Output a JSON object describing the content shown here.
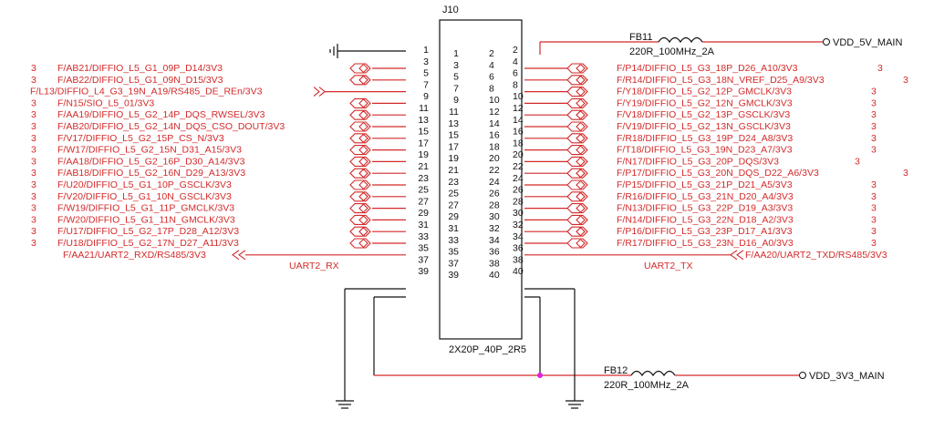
{
  "connector": {
    "ref": "J10",
    "footprint": "2X20P_40P_2R5"
  },
  "ferrite_top": {
    "ref": "FB11",
    "value": "220R_100MHz_2A",
    "net": "VDD_5V_MAIN"
  },
  "ferrite_bottom": {
    "ref": "FB12",
    "value": "220R_100MHz_2A",
    "net": "VDD_3V3_MAIN"
  },
  "uart_rx_label": "UART2_RX",
  "uart_tx_label": "UART2_TX",
  "left_nets": [
    {
      "page": "3",
      "name": "F/AB21/DIFFIO_L5_G1_09P_D14/3V3",
      "pin": "3"
    },
    {
      "page": "3",
      "name": "F/AB22/DIFFIO_L5_G1_09N_D15/3V3",
      "pin": "5"
    },
    {
      "page": "",
      "name": "F/L13/DIFFIO_L4_G3_19N_A19/RS485_DE_REn/3V3",
      "pin": "7"
    },
    {
      "page": "3",
      "name": "F/N15/SIO_L5_01/3V3",
      "pin": "9"
    },
    {
      "page": "3",
      "name": "F/AA19/DIFFIO_L5_G2_14P_DQS_RWSEL/3V3",
      "pin": "11"
    },
    {
      "page": "3",
      "name": "F/AB20/DIFFIO_L5_G2_14N_DQS_CSO_DOUT/3V3",
      "pin": "13"
    },
    {
      "page": "3",
      "name": "F/V17/DIFFIO_L5_G2_15P_CS_N/3V3",
      "pin": "15"
    },
    {
      "page": "3",
      "name": "F/W17/DIFFIO_L5_G2_15N_D31_A15/3V3",
      "pin": "17"
    },
    {
      "page": "3",
      "name": "F/AA18/DIFFIO_L5_G2_16P_D30_A14/3V3",
      "pin": "19"
    },
    {
      "page": "3",
      "name": "F/AB18/DIFFIO_L5_G2_16N_D29_A13/3V3",
      "pin": "21"
    },
    {
      "page": "3",
      "name": "F/U20/DIFFIO_L5_G1_10P_GSCLK/3V3",
      "pin": "23"
    },
    {
      "page": "3",
      "name": "F/V20/DIFFIO_L5_G1_10N_GSCLK/3V3",
      "pin": "25"
    },
    {
      "page": "3",
      "name": "F/W19/DIFFIO_L5_G1_11P_GMCLK/3V3",
      "pin": "27"
    },
    {
      "page": "3",
      "name": "F/W20/DIFFIO_L5_G1_11N_GMCLK/3V3",
      "pin": "29"
    },
    {
      "page": "3",
      "name": "F/U17/DIFFIO_L5_G2_17P_D28_A12/3V3",
      "pin": "31"
    },
    {
      "page": "3",
      "name": "F/U18/DIFFIO_L5_G2_17N_D27_A11/3V3",
      "pin": "33"
    },
    {
      "page": "",
      "name": "F/AA21/UART2_RXD/RS485/3V3",
      "pin": "35"
    }
  ],
  "right_nets": [
    {
      "pin": "4",
      "name": "F/P14/DIFFIO_L5_G3_18P_D26_A10/3V3",
      "page": "3"
    },
    {
      "pin": "6",
      "name": "F/R14/DIFFIO_L5_G3_18N_VREF_D25_A9/3V3",
      "page": "3"
    },
    {
      "pin": "8",
      "name": "F/Y18/DIFFIO_L5_G2_12P_GMCLK/3V3",
      "page": "3"
    },
    {
      "pin": "10",
      "name": "F/Y19/DIFFIO_L5_G2_12N_GMCLK/3V3",
      "page": "3"
    },
    {
      "pin": "12",
      "name": "F/V18/DIFFIO_L5_G2_13P_GSCLK/3V3",
      "page": "3"
    },
    {
      "pin": "14",
      "name": "F/V19/DIFFIO_L5_G2_13N_GSCLK/3V3",
      "page": "3"
    },
    {
      "pin": "16",
      "name": "F/R18/DIFFIO_L5_G3_19P_D24_A8/3V3",
      "page": "3"
    },
    {
      "pin": "18",
      "name": "F/T18/DIFFIO_L5_G3_19N_D23_A7/3V3",
      "page": "3"
    },
    {
      "pin": "20",
      "name": "F/N17/DIFFIO_L5_G3_20P_DQS/3V3",
      "page": "3"
    },
    {
      "pin": "22",
      "name": "F/P17/DIFFIO_L5_G3_20N_DQS_D22_A6/3V3",
      "page": "3"
    },
    {
      "pin": "24",
      "name": "F/P15/DIFFIO_L5_G3_21P_D21_A5/3V3",
      "page": "3"
    },
    {
      "pin": "26",
      "name": "F/R16/DIFFIO_L5_G3_21N_D20_A4/3V3",
      "page": "3"
    },
    {
      "pin": "28",
      "name": "F/N13/DIFFIO_L5_G3_22P_D19_A3/3V3",
      "page": "3"
    },
    {
      "pin": "30",
      "name": "F/N14/DIFFIO_L5_G3_22N_D18_A2/3V3",
      "page": "3"
    },
    {
      "pin": "32",
      "name": "F/P16/DIFFIO_L5_G3_23P_D17_A1/3V3",
      "page": "3"
    },
    {
      "pin": "34",
      "name": "F/R17/DIFFIO_L5_G3_23N_D16_A0/3V3",
      "page": "3"
    },
    {
      "pin": "36",
      "name": "F/AA20/UART2_TXD/RS485/3V3",
      "page": ""
    }
  ],
  "left_inner_pins": [
    "1",
    "3",
    "5",
    "7",
    "9",
    "11",
    "13",
    "15",
    "17",
    "19",
    "21",
    "23",
    "25",
    "27",
    "29",
    "31",
    "33",
    "35",
    "37",
    "39"
  ],
  "right_inner_pins": [
    "2",
    "4",
    "6",
    "8",
    "10",
    "12",
    "14",
    "16",
    "18",
    "20",
    "22",
    "24",
    "26",
    "28",
    "30",
    "32",
    "34",
    "36",
    "38",
    "40"
  ],
  "left_outer_pins": [
    "1",
    "3",
    "5",
    "7",
    "9",
    "11",
    "13",
    "15",
    "17",
    "19",
    "21",
    "23",
    "25",
    "27",
    "29",
    "31",
    "33",
    "35",
    "37",
    "39"
  ],
  "right_outer_pins": [
    "2",
    "4",
    "6",
    "8",
    "10",
    "12",
    "14",
    "16",
    "18",
    "20",
    "22",
    "24",
    "26",
    "28",
    "30",
    "32",
    "34",
    "36",
    "38",
    "40"
  ],
  "colors": {
    "wire": "#d42a2a",
    "power_line": "#cc2a2a",
    "junction": "#e020e0",
    "ink": "#111111"
  }
}
